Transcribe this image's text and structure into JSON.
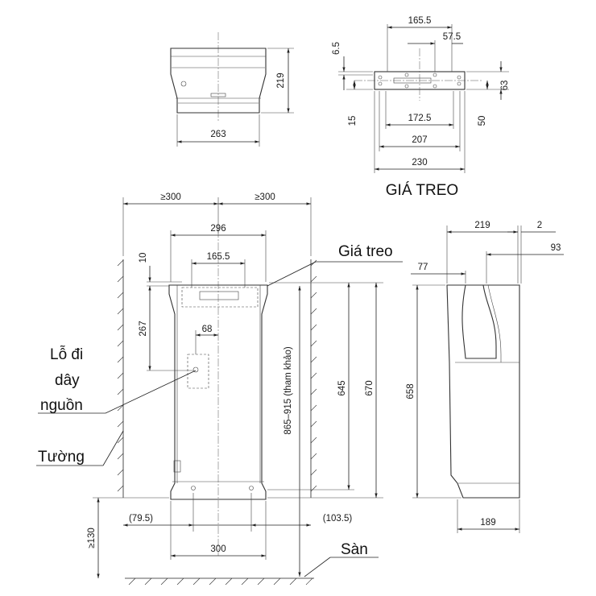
{
  "top_view": {
    "dims": {
      "height": "219",
      "width": "263"
    }
  },
  "bracket_view": {
    "title": "GIÁ TREO",
    "dims": {
      "d165": "165.5",
      "d57": "57.5",
      "d6": "6.5",
      "d15": "15",
      "d63": "63",
      "d50": "50",
      "d172": "172.5",
      "d207": "207",
      "d230": "230"
    }
  },
  "front_view": {
    "dims": {
      "clear_left": "≥300",
      "clear_right": "≥300",
      "width_top": "296",
      "bracket_w": "165.5",
      "d10": "10",
      "d267": "267",
      "d68": "68",
      "d645": "645",
      "d670": "670",
      "height_ref": "865–915 (tham khảo)",
      "left_off": "(79.5)",
      "right_off": "(103.5)",
      "bottom_w": "300",
      "floor_clear": "≥130"
    },
    "labels": {
      "bracket": "Giá treo",
      "hole_1": "Lỗ đi",
      "hole_2": "dây",
      "hole_3": "nguồn",
      "wall": "Tường",
      "floor": "Sàn"
    }
  },
  "side_view": {
    "dims": {
      "d219": "219",
      "d2": "2",
      "d93": "93",
      "d77": "77",
      "d658": "658",
      "d189": "189"
    }
  }
}
